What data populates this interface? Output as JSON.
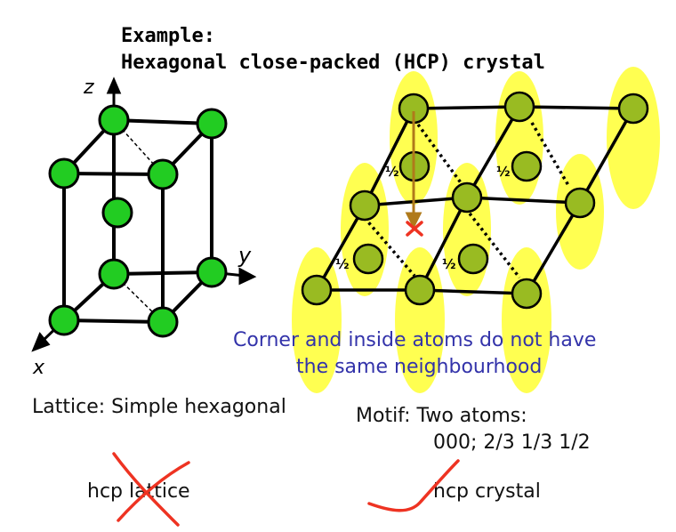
{
  "title": {
    "line1": "Example:",
    "line2": "Hexagonal close-packed (HCP) crystal"
  },
  "axes": {
    "z": "z",
    "y": "y",
    "x": "x"
  },
  "fractions": {
    "half": "½"
  },
  "note": {
    "line1": "Corner and inside atoms do not have",
    "line2": "the same neighbourhood"
  },
  "lattice_text": "Lattice: Simple hexagonal",
  "motif": {
    "line1": "Motif: Two atoms:",
    "line2": "000;  2/3 1/3 1/2"
  },
  "crossed_label": "hcp lattice",
  "checked_label": "hcp crystal",
  "colors": {
    "atom_green": "#22cc22",
    "highlight_yellow": "#ffff33",
    "annotation_red": "#ee3322",
    "arrow_brown": "#b07a1a",
    "note_blue": "#3333aa"
  }
}
